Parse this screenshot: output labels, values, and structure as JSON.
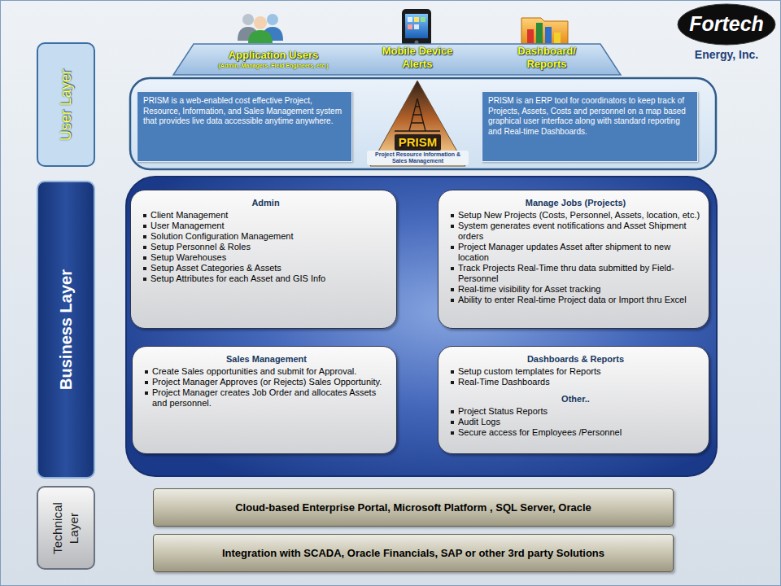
{
  "diagram": {
    "nodes": [
      {
        "text": [
          "Application Users",
          "(Admin, Managers, Field Engineers, etc.)",
          "Mobile Device Alerts",
          "Dashboard/ Reports"
        ]
      },
      {
        "text": [
          "Fortech",
          "Energy, Inc."
        ]
      },
      {
        "text": [
          "User Layer"
        ]
      },
      {
        "text": [
          "PRISM is a web-enabled cost effective Project, Resource, Information, and Sales Management system that provides live data accessible anytime anywhere."
        ]
      },
      {
        "text": [
          "PRISM",
          "Project Resource Information & Sales Management"
        ]
      },
      {
        "text": [
          "PRISM is an ERP tool for coordinators to keep track of Projects, Assets, Costs and personnel on a map based graphical user interface along with standard reporting and  Real-time Dashboards."
        ]
      },
      {
        "text": [
          "Business Layer"
        ]
      },
      {
        "text": [
          "Admin",
          "Client Management",
          "User Management",
          "Solution Configuration Management",
          "Setup Personnel & Roles",
          "Setup Warehouses",
          "Setup Asset Categories & Assets",
          "Setup Attributes for each Asset and GIS Info"
        ]
      },
      {
        "text": [
          "Manage Jobs (Projects)",
          "Setup New Projects (Costs, Personnel, Assets, location, etc.)",
          "System generates event notifications and Asset Shipment orders",
          "Project Manager updates Asset after shipment to new location",
          "Track Projects Real-Time thru data submitted by Field-Personnel",
          "Real-time visibility for Asset tracking",
          "Ability to enter Real-time Project data or Import thru Excel"
        ]
      },
      {
        "text": [
          "Sales Management",
          "Create Sales opportunities and submit for Approval.",
          "Project Manager Approves (or Rejects) Sales Opportunity.",
          "Project Manager creates Job Order and allocates Assets and personnel."
        ]
      },
      {
        "text": [
          "Dashboards & Reports",
          "Setup custom templates for Reports",
          "Real-Time Dashboards",
          "Other..",
          "Project Status Reports",
          "Audit Logs",
          "Secure access for Employees /Personnel"
        ]
      },
      {
        "text": [
          "Technical Layer"
        ]
      },
      {
        "text": [
          "Cloud-based Enterprise Portal, Microsoft Platform , SQL Server, Oracle"
        ]
      },
      {
        "text": [
          "Integration with SCADA, Oracle Financials, SAP or other 3rd party Solutions"
        ]
      }
    ]
  }
}
